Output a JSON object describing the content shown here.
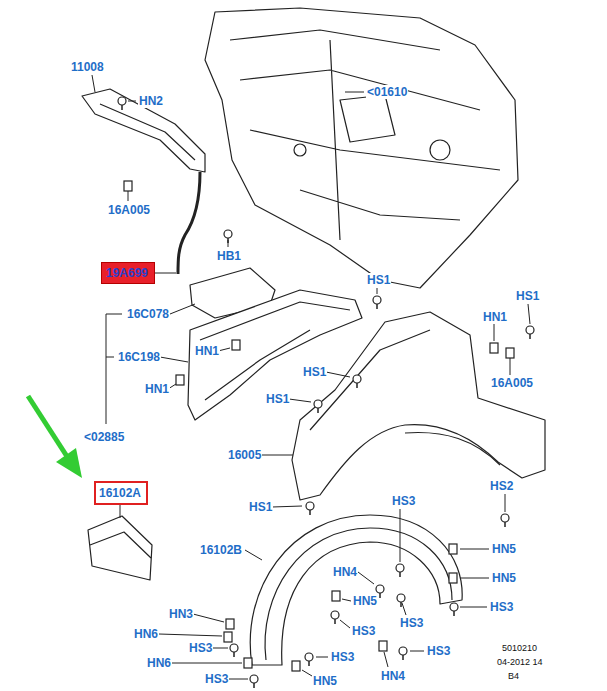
{
  "diagram": {
    "nodes": [
      {
        "text": [
          "19A699"
        ]
      },
      {
        "text": [
          "16102A"
        ]
      }
    ],
    "labels": [
      "11008",
      "HN2",
      "<01610",
      "16A005",
      "HB1",
      "HS1",
      "HS1",
      "16C078",
      "HN1",
      "HN1",
      "16C198",
      "HN1",
      "HS1",
      "16A005",
      "HS1",
      "<02885",
      "16005",
      "HS2",
      "HS1",
      "HS3",
      "16102B",
      "HN5",
      "HN4",
      "HN5",
      "HN5",
      "HS3",
      "HN3",
      "HS3",
      "HS3",
      "HN6",
      "HS3",
      "HS3",
      "5010210",
      "HS3",
      "HN6",
      "04-2012 14",
      "HS3",
      "HN4",
      "B4",
      "HN5"
    ]
  }
}
